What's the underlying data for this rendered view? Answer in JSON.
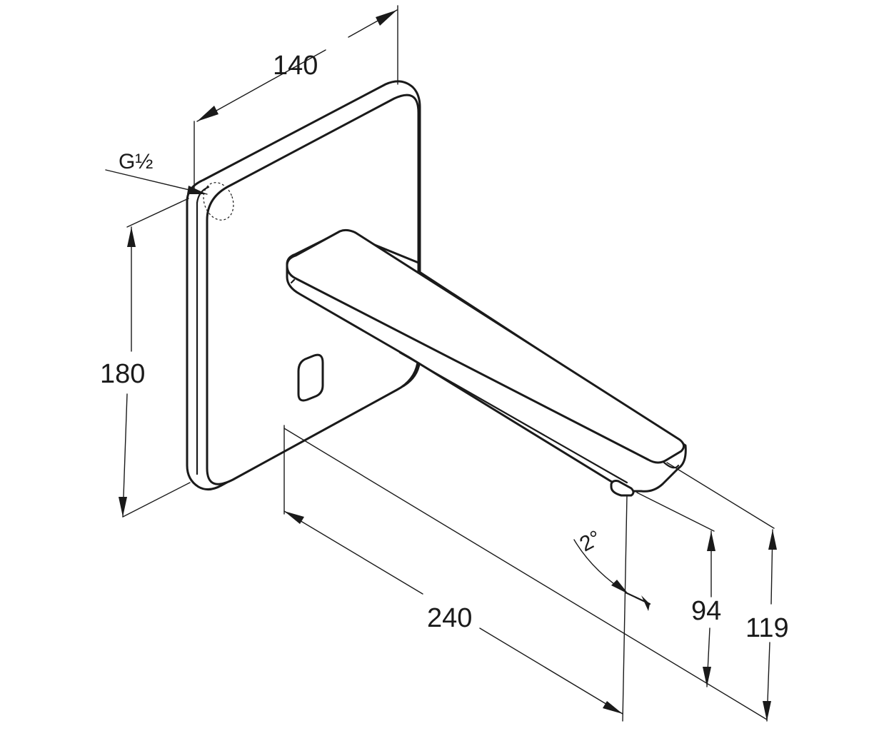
{
  "dimensions": {
    "plate_width": "140",
    "thread_size": "G½",
    "plate_height": "180",
    "spout_length": "240",
    "spout_angle": "2°",
    "outlet_height": "94",
    "spout_height": "119"
  },
  "colors": {
    "line": "#1a1a1a",
    "background": "#ffffff"
  }
}
